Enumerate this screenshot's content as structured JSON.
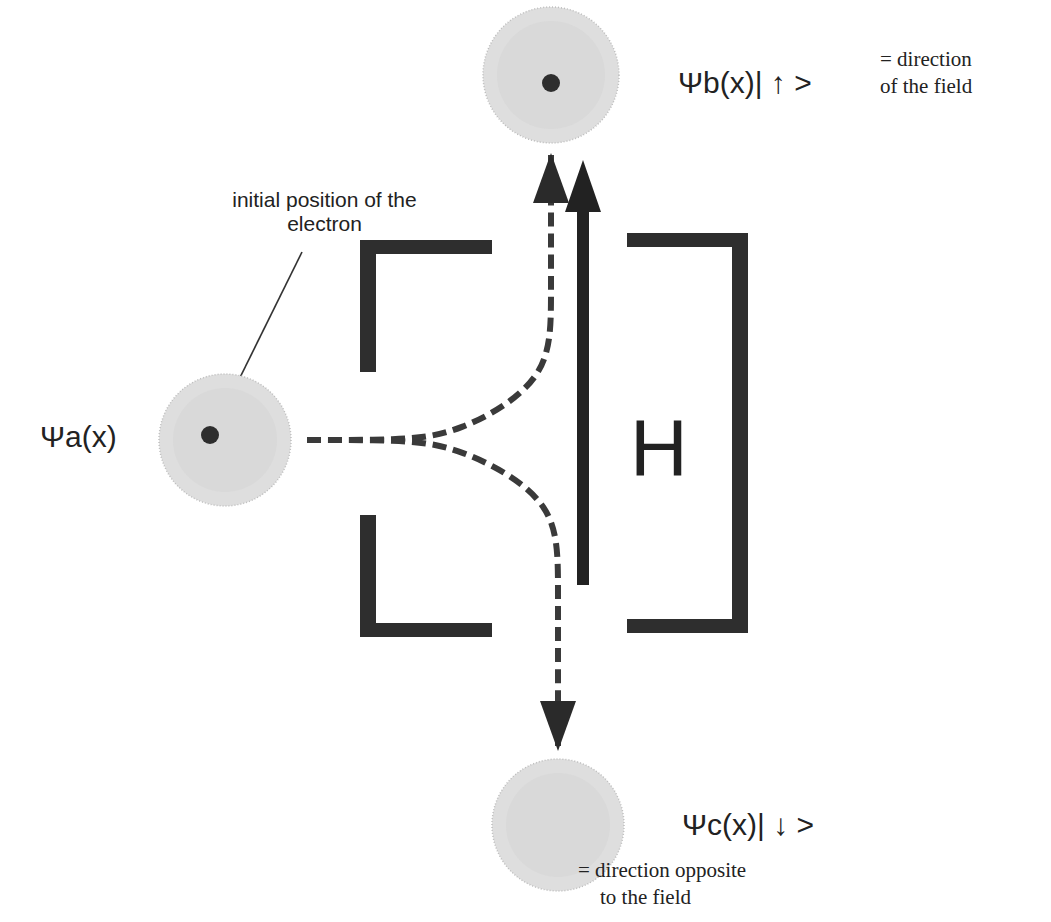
{
  "diagram": {
    "nodes": [
      {
        "text": [
          "Ψa(x)"
        ]
      },
      {
        "text": [
          "Ψb(x)| ↑ >",
          "= direction of the field"
        ]
      },
      {
        "text": [
          "Ψc(x)| ↓ >",
          "= direction opposite to the field"
        ]
      }
    ],
    "edges": [
      {
        "from": 0,
        "to": 1,
        "arrow": "to"
      },
      {
        "from": 0,
        "to": 2,
        "arrow": "to"
      }
    ],
    "labels": [
      "initial position of the electron",
      "H"
    ]
  }
}
